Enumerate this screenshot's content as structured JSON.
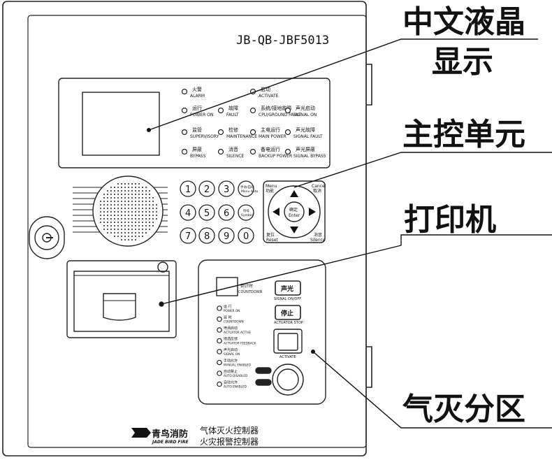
{
  "model": "JB-QB-JBF5013",
  "callouts": [
    "中文液晶",
    "显示",
    "主控单元",
    "打印机",
    "气灭分区"
  ],
  "indicators": [
    {
      "zh": "火警",
      "en": "ALARM"
    },
    {
      "zh": "启动",
      "en": "ACTIVATE"
    },
    {
      "zh": "运行",
      "en": "POWER ON"
    },
    {
      "zh": "故障",
      "en": "FAULT"
    },
    {
      "zh": "系统/接地故障",
      "en": "CPU/GROUND FAULT"
    },
    {
      "zh": "声光启动",
      "en": "SIGNAL ON"
    },
    {
      "zh": "监管",
      "en": "SUPERVISORY"
    },
    {
      "zh": "检修",
      "en": "MAINTENANCE"
    },
    {
      "zh": "主电运行",
      "en": "MAIN POWER"
    },
    {
      "zh": "声光故障",
      "en": "SIGNAL FAULT"
    },
    {
      "zh": "屏蔽",
      "en": "BYPASS"
    },
    {
      "zh": "消音",
      "en": "SILENCE"
    },
    {
      "zh": "备电运行",
      "en": "BACKUP POWER"
    },
    {
      "zh": "声光屏蔽",
      "en": "SIGNAL BYPASS"
    }
  ],
  "keypad": {
    "keys": [
      "1",
      "2",
      "3",
      "4",
      "5",
      "6",
      "7",
      "8",
      "9",
      "0"
    ],
    "func_key": {
      "zh": "手动/自动",
      "en": "Manu Auto"
    },
    "symbol_key": {
      "zh": "符号",
      "en": "Symbol"
    }
  },
  "nav": {
    "menu": {
      "en": "Menu",
      "zh": "功能"
    },
    "cancel": {
      "en": "Cancel",
      "zh": "取消"
    },
    "reset": {
      "zh": "复位",
      "en": "Reset"
    },
    "silence": {
      "zh": "消音",
      "en": "Silence"
    },
    "enter": {
      "zh": "确定",
      "en": "Enter"
    }
  },
  "gas_zone": {
    "countdown": {
      "zh": "倒计时",
      "en": "COUNTDOWN"
    },
    "signal_btn": {
      "zh": "声光",
      "en": "SIGNAL ON/OFF"
    },
    "stop_btn": {
      "zh": "停止",
      "en": "ACTUATOR STOP"
    },
    "activate_label": "ACTIVATE",
    "leds": [
      {
        "zh": "运 行",
        "en": "POWER ON"
      },
      {
        "zh": "延 时",
        "en": "COUNTDOWN"
      },
      {
        "zh": "喷洒启动",
        "en": "ACTUATOR ACTIVE"
      },
      {
        "zh": "喷洒反馈",
        "en": "ACTUATOR FEEDBACK"
      },
      {
        "zh": "声光启动",
        "en": "SIGNAL ON"
      },
      {
        "zh": "手动允许",
        "en": "MANUAL ENABLED"
      },
      {
        "zh": "自动禁止",
        "en": "AUTO DISABLED"
      },
      {
        "zh": "自动允许",
        "en": "AUTO ENABLED"
      }
    ]
  },
  "brand": {
    "zh": "青鸟消防",
    "en": "JADE BIRD FIRE"
  },
  "product_lines": [
    "气体灭火控制器",
    "火灾报警控制器"
  ]
}
